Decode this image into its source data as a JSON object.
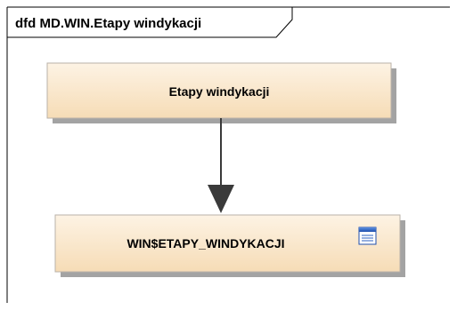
{
  "frame": {
    "title": "dfd MD.WIN.Etapy windykacji"
  },
  "nodes": [
    {
      "id": "process",
      "label": "Etapy windykacji",
      "kind": "process"
    },
    {
      "id": "datastore",
      "label": "WIN$ETAPY_WINDYKACJI",
      "kind": "datastore",
      "icon": "table-icon"
    }
  ],
  "edges": [
    {
      "from": "process",
      "to": "datastore",
      "direction": "down"
    }
  ],
  "colors": {
    "node_fill_top": "#fdf3e4",
    "node_fill_bottom": "#f7ddb9",
    "node_border": "#b7b0a6",
    "node_shadow": "#9c9c9c",
    "frame_line": "#000000",
    "arrow": "#3a3a3a",
    "icon_blue": "#2d62c2"
  }
}
